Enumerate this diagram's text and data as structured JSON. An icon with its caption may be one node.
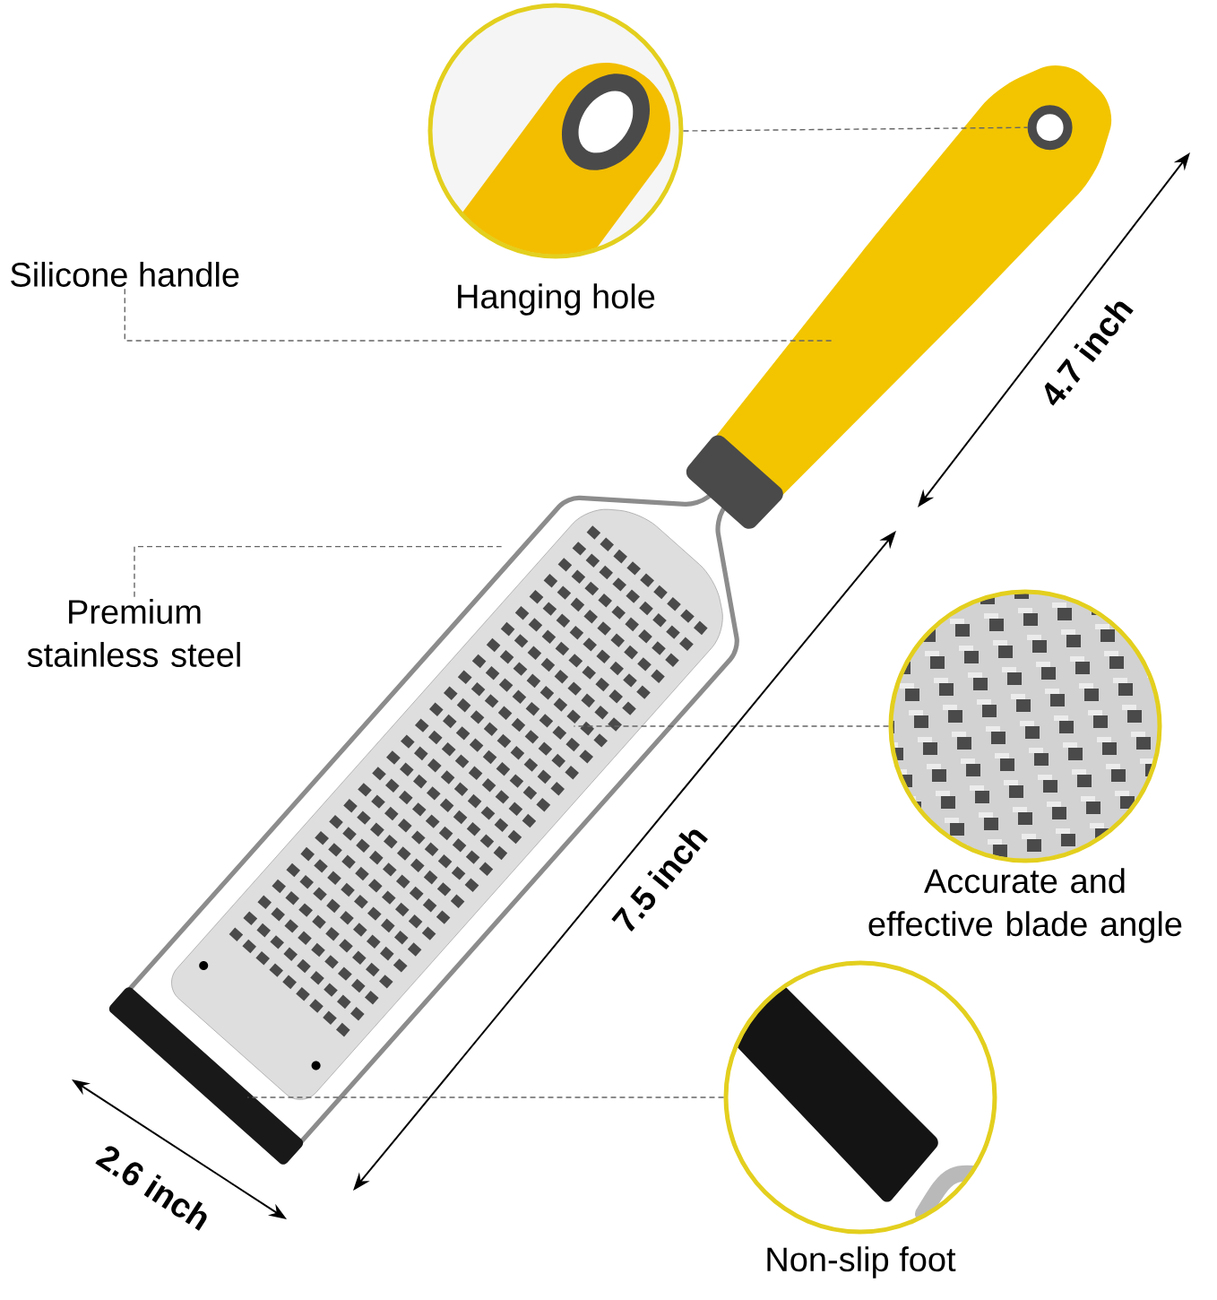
{
  "diagram": {
    "nodes": [
      {
        "text": [
          "Silicone handle"
        ]
      },
      {
        "text": [
          "Hanging hole"
        ]
      },
      {
        "text": [
          "Premium stainless steel"
        ]
      },
      {
        "text": [
          "Accurate and effective blade angle"
        ]
      },
      {
        "text": [
          "Non-slip foot"
        ]
      },
      {
        "text": [],
        "shape": "picture"
      },
      {
        "text": [],
        "shape": "circle",
        "in": 5
      },
      {
        "text": [],
        "shape": "picture"
      },
      {
        "text": [],
        "shape": "bar"
      }
    ],
    "edges": [
      {
        "from": 0,
        "to": 5,
        "arrow": "none"
      },
      {
        "from": 1,
        "to": 6,
        "arrow": "none"
      },
      {
        "from": 2,
        "to": 7,
        "arrow": "none"
      },
      {
        "from": 3,
        "to": 7,
        "arrow": "none"
      },
      {
        "from": 4,
        "to": 8,
        "arrow": "none"
      }
    ],
    "labels": [
      "4.7 inch",
      "7.5 inch",
      "2.6 inch"
    ]
  }
}
